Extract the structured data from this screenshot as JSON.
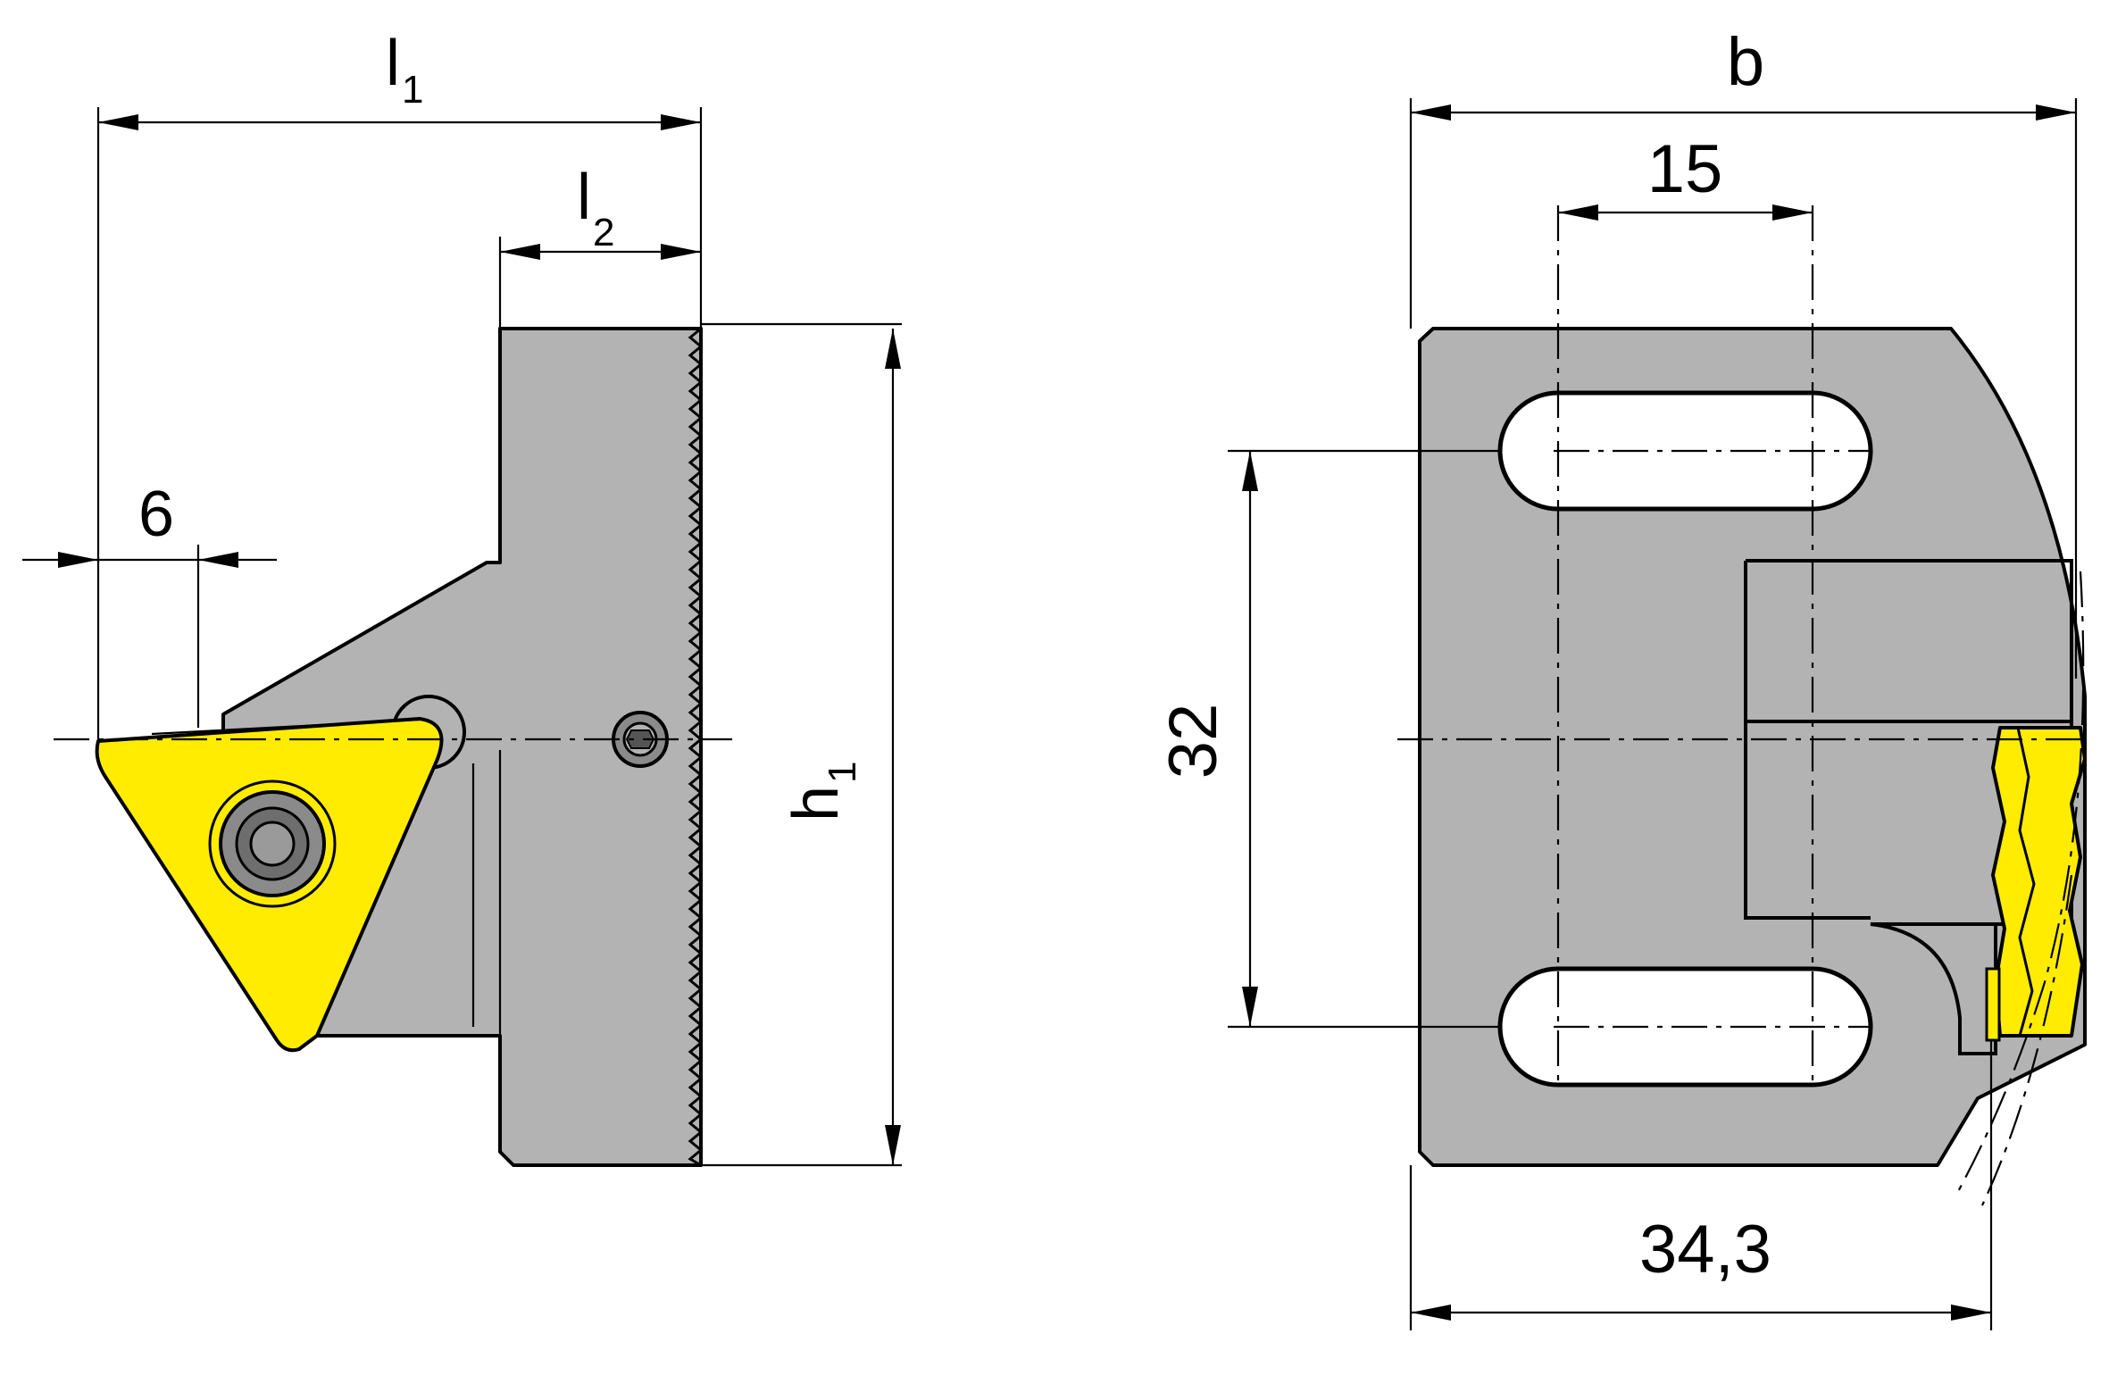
{
  "left_view": {
    "dim_l1": {
      "main": "l",
      "sub": "1"
    },
    "dim_l2": {
      "main": "l",
      "sub": "2"
    },
    "dim_h1": {
      "main": "h",
      "sub": "1"
    },
    "dim_6": "6"
  },
  "right_view": {
    "dim_b": "b",
    "dim_15": "15",
    "dim_32": "32",
    "dim_34_3": "34,3"
  },
  "colors": {
    "body": "#b3b3b3",
    "insert": "#ffec00",
    "line": "#000000"
  }
}
